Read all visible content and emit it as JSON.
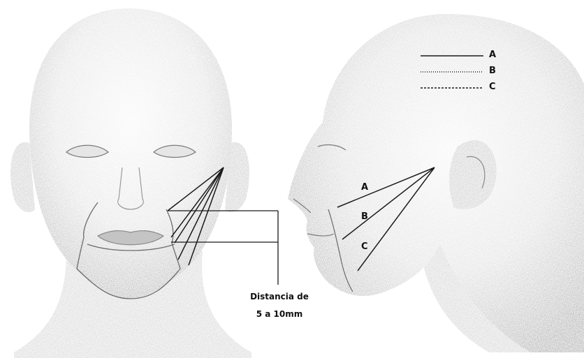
{
  "legend": {
    "items": [
      {
        "letter": "A",
        "style": "solid"
      },
      {
        "letter": "B",
        "style": "dotted"
      },
      {
        "letter": "C",
        "style": "dashed"
      }
    ]
  },
  "side_labels": {
    "a": "A",
    "b": "B",
    "c": "C"
  },
  "distance_note": {
    "line1": "Distancia de",
    "line2": "5 a 10mm"
  },
  "colors": {
    "line": "#1a1a1a",
    "skin_light": "#f2f2f2",
    "skin_mid": "#cfcfcf",
    "skin_dark": "#8d8d8d",
    "background": "#ffffff"
  }
}
